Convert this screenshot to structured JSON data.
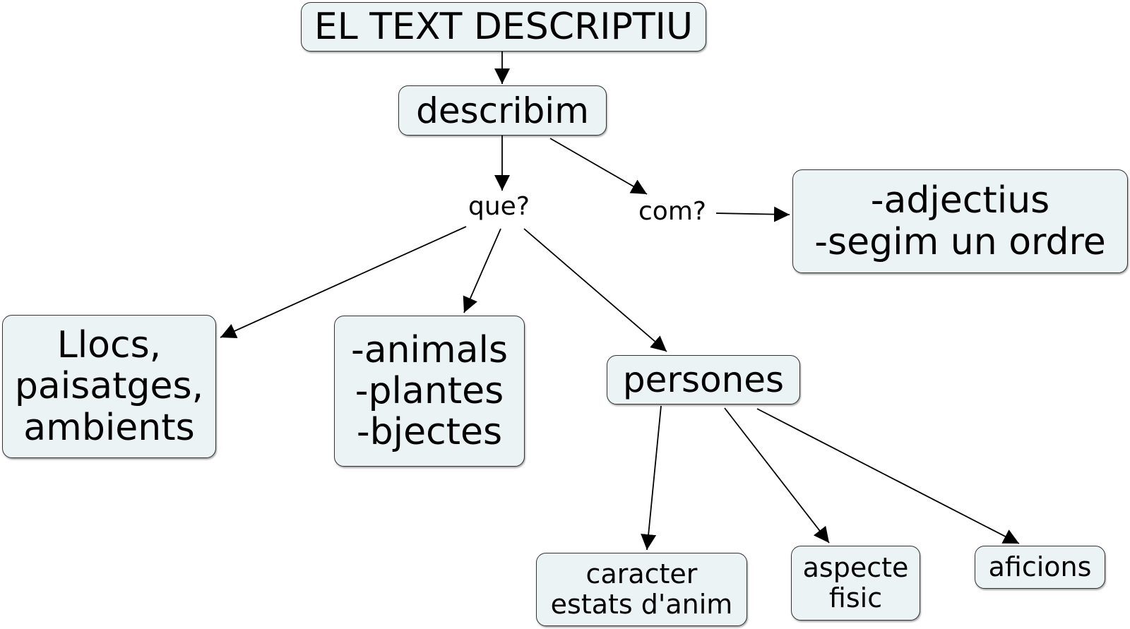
{
  "diagram": {
    "title": "EL TEXT DESCRIPTIU",
    "nodes": {
      "root": {
        "lines": [
          "EL TEXT DESCRIPTIU"
        ]
      },
      "describim": {
        "lines": [
          "describim"
        ]
      },
      "que": {
        "label": "que?"
      },
      "com": {
        "label": "com?"
      },
      "com_result": {
        "lines": [
          "-adjectius",
          "-segim un ordre"
        ]
      },
      "llocs": {
        "lines": [
          "Llocs,",
          "paisatges,",
          "ambients"
        ]
      },
      "animals": {
        "lines": [
          "-animals",
          "-plantes",
          "-bjectes"
        ]
      },
      "persones": {
        "lines": [
          "persones"
        ]
      },
      "caracter": {
        "lines": [
          "caracter",
          "estats d'anim"
        ]
      },
      "aspecte": {
        "lines": [
          "aspecte",
          "fisic"
        ]
      },
      "aficions": {
        "lines": [
          "aficions"
        ]
      }
    },
    "edges": [
      {
        "from": "root",
        "to": "describim"
      },
      {
        "from": "describim",
        "to": "que"
      },
      {
        "from": "describim",
        "to": "com"
      },
      {
        "from": "com",
        "to": "com_result"
      },
      {
        "from": "que",
        "to": "llocs"
      },
      {
        "from": "que",
        "to": "animals"
      },
      {
        "from": "que",
        "to": "persones"
      },
      {
        "from": "persones",
        "to": "caracter"
      },
      {
        "from": "persones",
        "to": "aspecte"
      },
      {
        "from": "persones",
        "to": "aficions"
      }
    ],
    "colors": {
      "node_fill": "#ebf3f5",
      "node_border": "#333333",
      "edge": "#000000"
    }
  }
}
